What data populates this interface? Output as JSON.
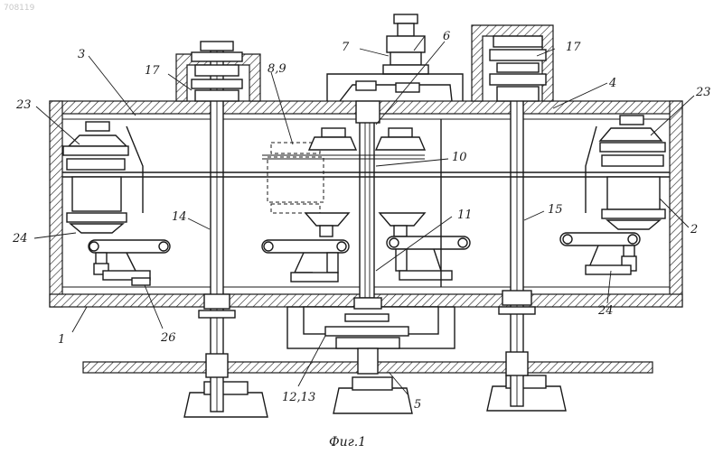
{
  "watermark": "708119",
  "caption": "Фиг.1",
  "labels": {
    "l1": "1",
    "l2": "2",
    "l3": "3",
    "l4": "4",
    "l5": "5",
    "l6": "6",
    "l7": "7",
    "l89": "8,9",
    "l10": "10",
    "l11": "11",
    "l1213": "12,13",
    "l14": "14",
    "l15": "15",
    "l17a": "17",
    "l17b": "17",
    "l23a": "23",
    "l23b": "23",
    "l24a": "24",
    "l24b": "24",
    "l26": "26"
  }
}
